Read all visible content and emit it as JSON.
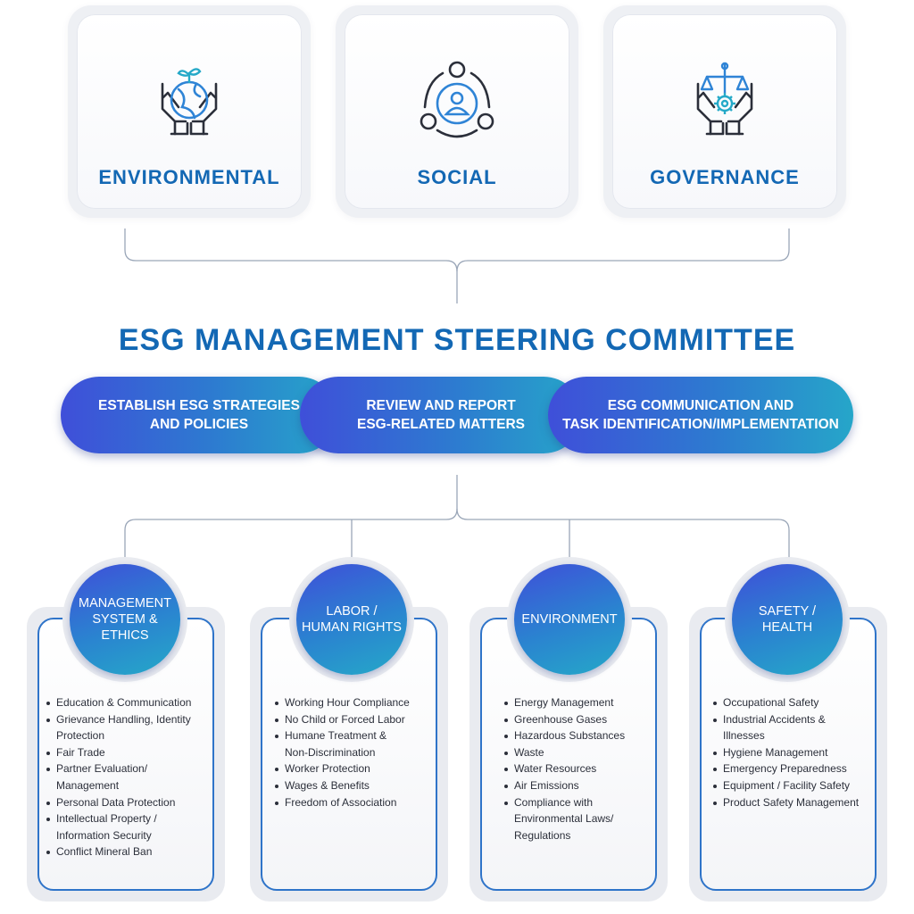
{
  "pillars": [
    {
      "title": "ENVIRONMENTAL",
      "icon": "hands-holding-globe-icon"
    },
    {
      "title": "SOCIAL",
      "icon": "person-cycle-icon"
    },
    {
      "title": "GOVERNANCE",
      "icon": "hands-holding-scale-icon"
    }
  ],
  "committee": {
    "title": "ESG MANAGEMENT STEERING COMMITTEE",
    "roles": [
      {
        "line1": "ESTABLISH ESG STRATEGIES",
        "line2": "AND POLICIES"
      },
      {
        "line1": "REVIEW AND REPORT",
        "line2": "ESG-RELATED MATTERS"
      },
      {
        "line1": "ESG COMMUNICATION AND",
        "line2": "TASK IDENTIFICATION/IMPLEMENTATION"
      }
    ]
  },
  "categories": [
    {
      "title_lines": [
        "MANAGEMENT",
        "SYSTEM &",
        "ETHICS"
      ],
      "items": [
        "Education & Communication",
        "Grievance Handling, Identity",
        "Protection",
        "Fair Trade",
        "Partner Evaluation/",
        "Management",
        "Personal Data Protection",
        "Intellectual Property /",
        "Information Security",
        "Conflict Mineral Ban"
      ],
      "bullets": [
        true,
        true,
        false,
        true,
        true,
        false,
        true,
        true,
        false,
        true
      ]
    },
    {
      "title_lines": [
        "LABOR /",
        "HUMAN RIGHTS"
      ],
      "items": [
        "Working Hour Compliance",
        "No Child or Forced Labor",
        "Humane Treatment &",
        "Non-Discrimination",
        "Worker Protection",
        "Wages & Benefits",
        "Freedom of Association"
      ],
      "bullets": [
        true,
        true,
        true,
        false,
        true,
        true,
        true
      ]
    },
    {
      "title_lines": [
        "ENVIRONMENT"
      ],
      "items": [
        "Energy Management",
        "Greenhouse Gases",
        "Hazardous Substances",
        "Waste",
        "Water Resources",
        "Air Emissions",
        "Compliance with",
        "Environmental Laws/",
        "Regulations"
      ],
      "bullets": [
        true,
        true,
        true,
        true,
        true,
        true,
        true,
        false,
        false
      ]
    },
    {
      "title_lines": [
        "SAFETY /",
        "HEALTH"
      ],
      "items": [
        "Occupational Safety",
        "Industrial Accidents &",
        "Illnesses",
        "Hygiene Management",
        "Emergency Preparedness",
        "Equipment / Facility Safety",
        "Product Safety Management"
      ],
      "bullets": [
        true,
        true,
        false,
        true,
        true,
        true,
        true
      ]
    }
  ],
  "colors": {
    "brand_blue": "#1368b4",
    "gradient_start": "#3f4fd9",
    "gradient_end": "#26a6c9",
    "line": "#9aa6b8"
  }
}
